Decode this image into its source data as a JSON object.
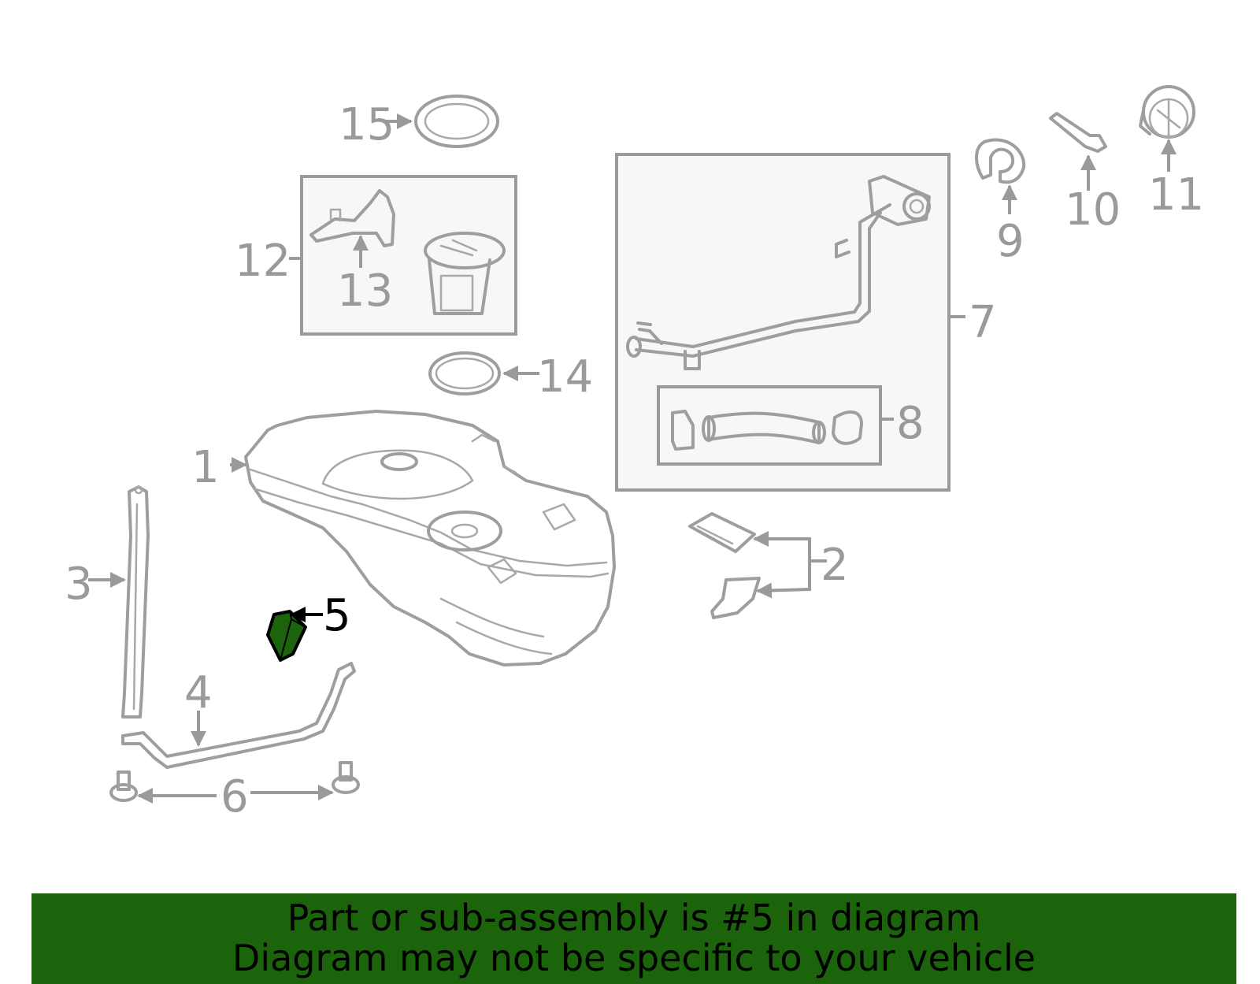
{
  "diagram": {
    "highlight_color": "#1c640c",
    "highlight_part": "5",
    "callouts": {
      "c1": "1",
      "c2": "2",
      "c3": "3",
      "c4": "4",
      "c5": "5",
      "c6": "6",
      "c7": "7",
      "c8": "8",
      "c9": "9",
      "c10": "10",
      "c11": "11",
      "c12": "12",
      "c13": "13",
      "c14": "14",
      "c15": "15"
    }
  },
  "banner": {
    "line1": "Part or sub-assembly is #5 in diagram",
    "line2": "Diagram may not be specific to your vehicle"
  }
}
